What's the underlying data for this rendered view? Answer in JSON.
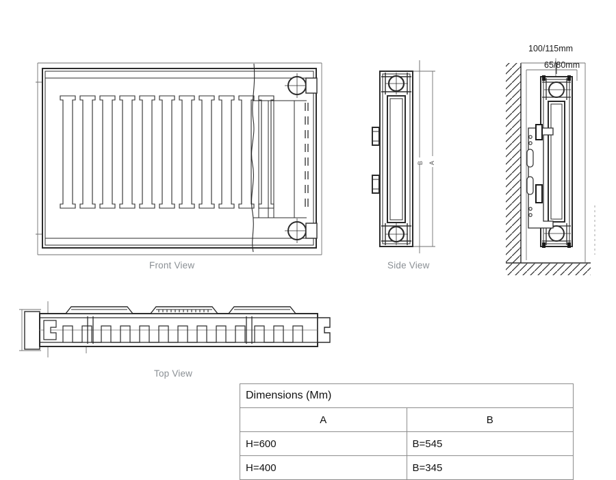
{
  "page": {
    "background_color": "#ffffff",
    "line_color": "#1a1a1a",
    "label_color": "#8a8f94"
  },
  "views": {
    "front": {
      "label": "Front View"
    },
    "side": {
      "label": "Side View",
      "dimension_marks": [
        {
          "name": "B",
          "text": "B"
        },
        {
          "name": "A",
          "text": "A"
        }
      ]
    },
    "top": {
      "label": "Top View"
    },
    "wall": {
      "depth_outer": "100/115mm",
      "depth_inner": "65/80mm"
    }
  },
  "dimensions_table": {
    "title": "Dimensions (Mm)",
    "columns": [
      "A",
      "B"
    ],
    "rows": [
      {
        "a": "H=600",
        "b": "B=545"
      },
      {
        "a": "H=400",
        "b": "B=345"
      }
    ]
  }
}
